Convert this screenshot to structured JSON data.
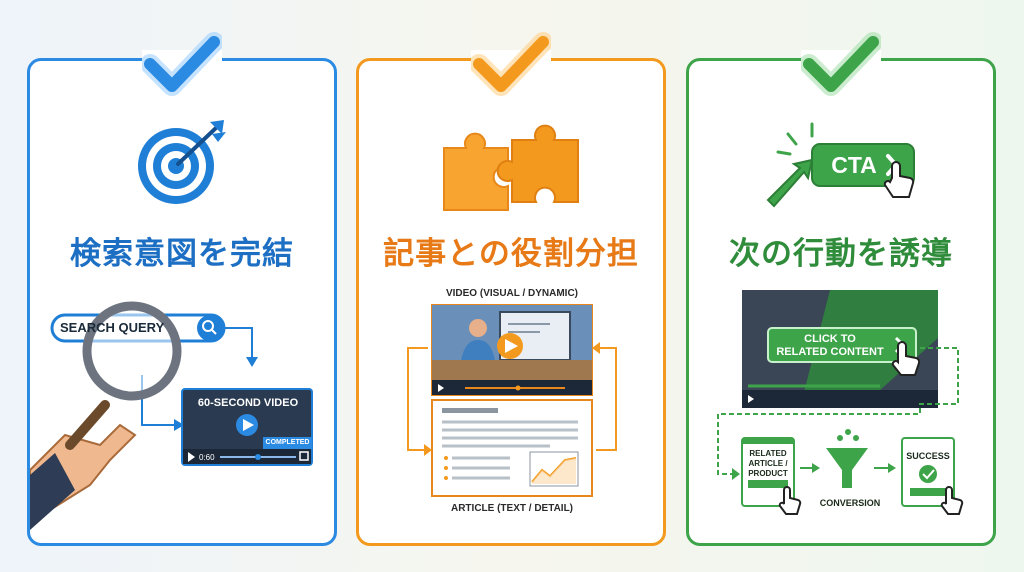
{
  "cards": [
    {
      "title": "検索意図を完結",
      "search_query": "SEARCH QUERY",
      "video_label": "60-SECOND VIDEO",
      "completed_badge": "COMPLETED",
      "time": "0:60"
    },
    {
      "title": "記事との役割分担",
      "video_caption": "VIDEO (VISUAL / DYNAMIC)",
      "article_caption": "ARTICLE (TEXT / DETAIL)"
    },
    {
      "title": "次の行動を誘導",
      "cta_label": "CTA",
      "click_line1": "CLICK TO",
      "click_line2": "RELATED CONTENT",
      "related_line1": "RELATED",
      "related_line2": "ARTICLE /",
      "related_line3": "PRODUCT",
      "conversion_label": "CONVERSION",
      "success_label": "SUCCESS"
    }
  ],
  "colors": {
    "blue": "#2b8ae2",
    "orange": "#f39a1e",
    "green": "#3ea44a"
  }
}
